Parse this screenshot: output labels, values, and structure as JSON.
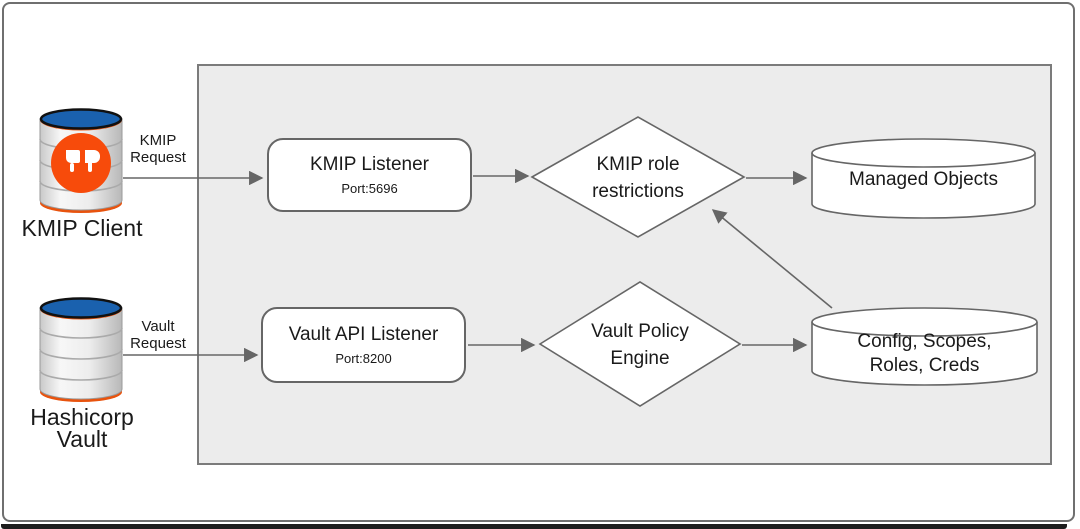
{
  "diagram": {
    "background_color": "#ffffff",
    "panel_color": "#ececec",
    "line_color": "#666666",
    "accent_blue": "#1a61ae",
    "accent_orange": "#e8530e",
    "logo_orange": "#f74b0b"
  },
  "actors": {
    "kmip_client": {
      "label": "KMIP Client"
    },
    "hashicorp_vault": {
      "line1": "Hashicorp",
      "line2": "Vault"
    }
  },
  "edges": {
    "kmip_request": {
      "line1": "KMIP",
      "line2": "Request"
    },
    "vault_request": {
      "line1": "Vault",
      "line2": "Request"
    }
  },
  "nodes": {
    "kmip_listener": {
      "title": "KMIP Listener",
      "port": "Port:5696"
    },
    "vault_api_listener": {
      "title": "Vault API Listener",
      "port": "Port:8200"
    },
    "kmip_role_restrictions": {
      "line1": "KMIP role",
      "line2": "restrictions"
    },
    "vault_policy_engine": {
      "line1": "Vault Policy",
      "line2": "Engine"
    },
    "managed_objects": {
      "label": "Managed Objects"
    },
    "config_store": {
      "line1": "Config, Scopes,",
      "line2": "Roles, Creds"
    }
  }
}
